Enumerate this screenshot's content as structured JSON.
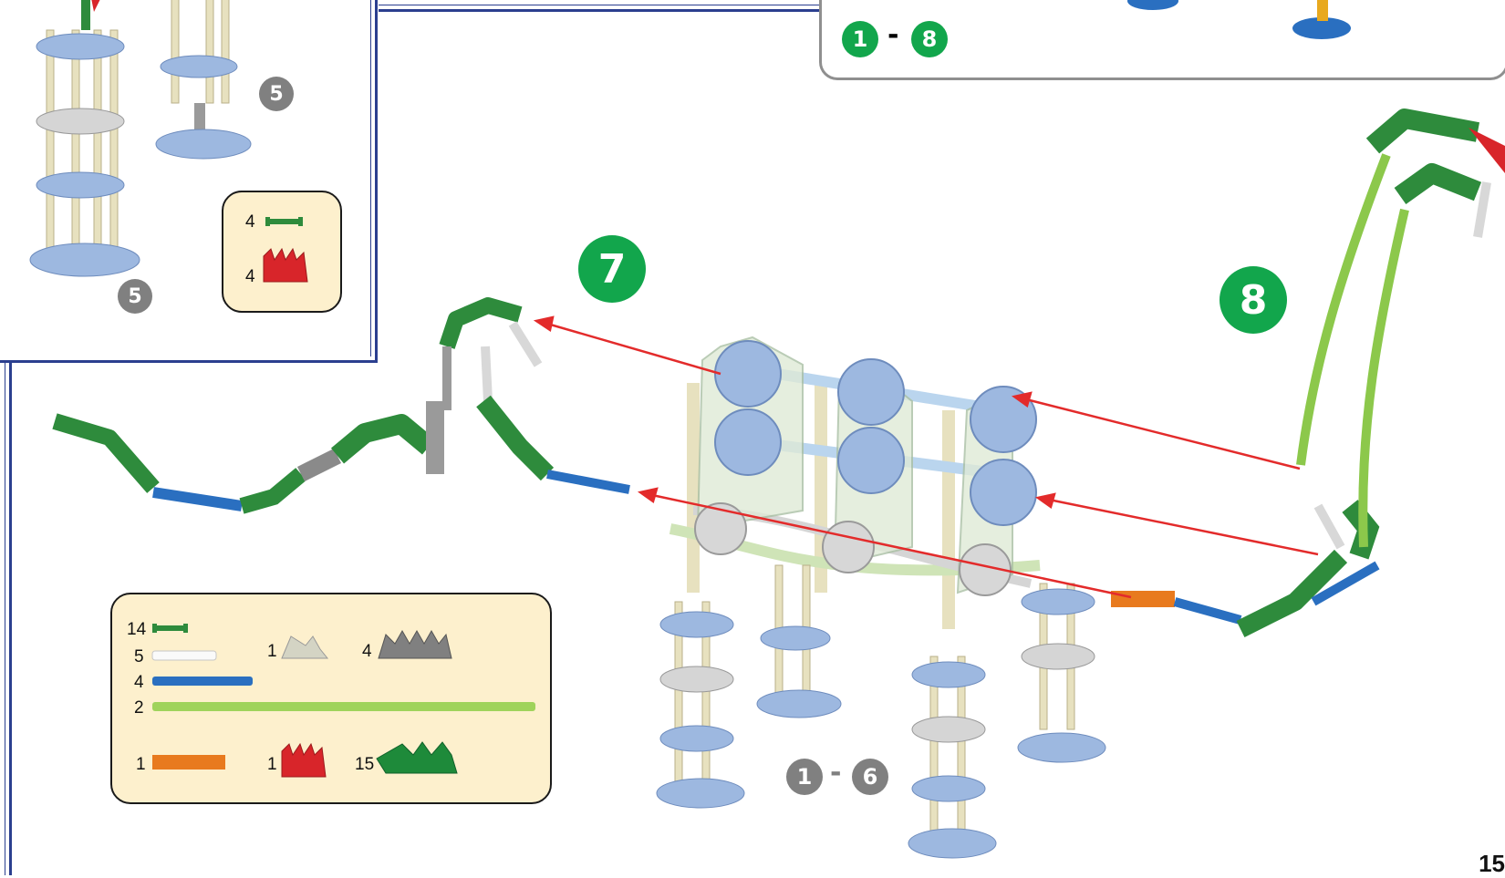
{
  "steps": {
    "step_7": "7",
    "step_8": "8",
    "range_top_start": "1",
    "range_top_end": "8",
    "range_bottom_start": "1",
    "range_bottom_end": "6",
    "range_separator": "-"
  },
  "inset": {
    "leg_step_a": "5",
    "leg_step_b": "5",
    "parts": [
      {
        "qty": "4",
        "part": "green-connector-rod"
      },
      {
        "qty": "4",
        "part": "red-connector"
      }
    ]
  },
  "parts_list": [
    {
      "qty": "14",
      "part": "green-connector-rod"
    },
    {
      "qty": "5",
      "part": "white-rod"
    },
    {
      "qty": "1",
      "part": "light-grey-connector"
    },
    {
      "qty": "4",
      "part": "dark-grey-connector"
    },
    {
      "qty": "4",
      "part": "blue-rod"
    },
    {
      "qty": "2",
      "part": "light-green-flexi-rod"
    },
    {
      "qty": "1",
      "part": "orange-rod"
    },
    {
      "qty": "1",
      "part": "red-connector"
    },
    {
      "qty": "15",
      "part": "green-connector"
    }
  ],
  "page_number": "15",
  "colors": {
    "frame_blue": "#2b3f8f",
    "badge_green": "#12a64c",
    "badge_grey": "#808080",
    "panel_fill": "#fdf0cd",
    "arrow_red": "#e32b2b",
    "part_green": "#1e8a3a",
    "part_blue": "#2a6fc0",
    "part_lightblue": "#9db8e0",
    "part_orange": "#e87a1e",
    "part_red": "#d8252a",
    "part_lime": "#8cc84b"
  }
}
